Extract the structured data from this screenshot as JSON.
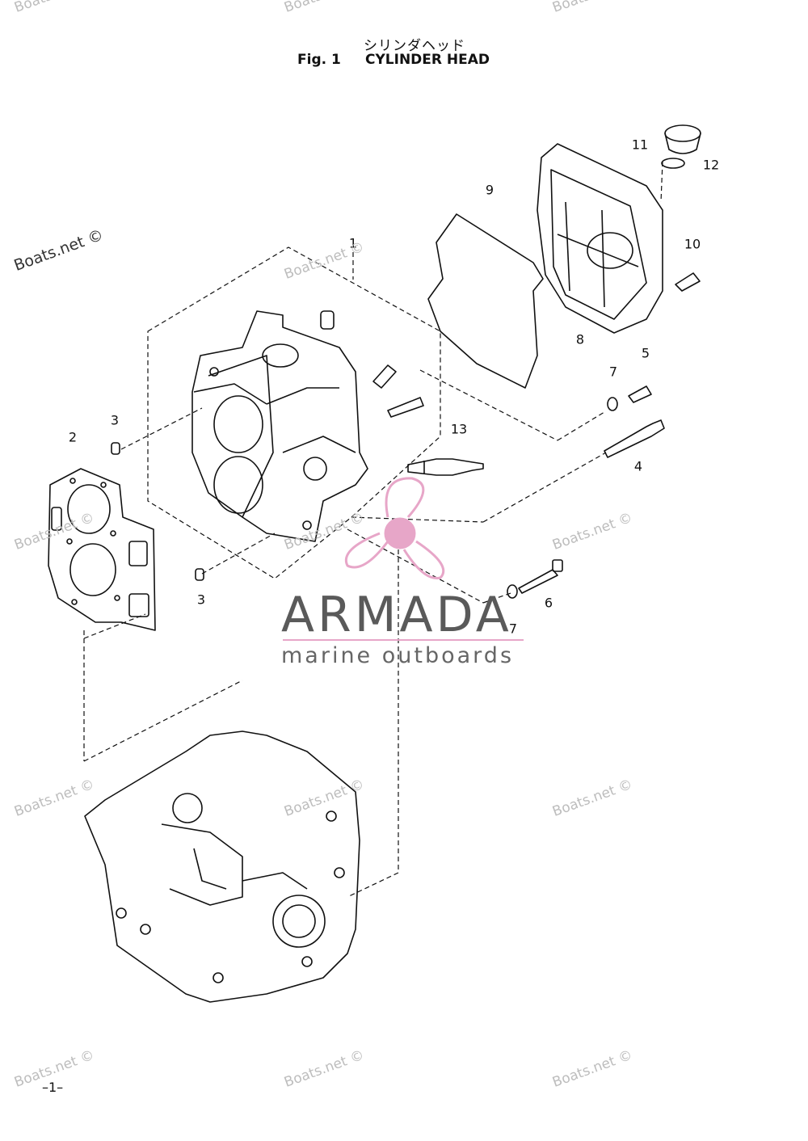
{
  "header": {
    "title_jp": "シリンダヘッド",
    "fig_label": "Fig. 1",
    "fig_title": "CYLINDER HEAD"
  },
  "callouts": [
    "1",
    "2",
    "3",
    "3",
    "4",
    "5",
    "6",
    "7",
    "7",
    "8",
    "9",
    "10",
    "11",
    "12",
    "13"
  ],
  "watermark": {
    "text": "Boats.net ©"
  },
  "brand": {
    "name": "ARMADA",
    "tagline": "marine outboards",
    "accent_color": "#e7a6c8"
  },
  "footer": {
    "page_number": "–1–"
  }
}
